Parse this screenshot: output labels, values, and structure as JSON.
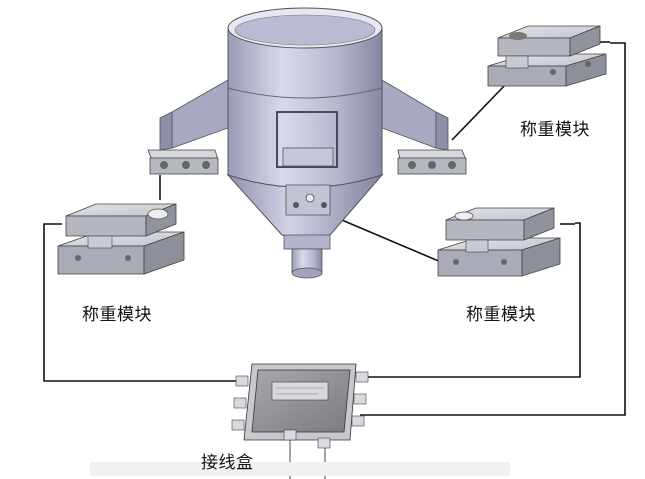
{
  "labels": {
    "module_top_right": "称重模块",
    "module_left": "称重模块",
    "module_right": "称重模块",
    "junction_box": "接线盒"
  },
  "colors": {
    "wire": "#111111",
    "metal_light": "#c9cbd6",
    "metal_mid": "#a9abba",
    "metal_dark": "#7c7e8f",
    "hopper_light": "#cfd0e3",
    "hopper_dark": "#8e90aa",
    "box_face": "#8f9196"
  },
  "icons": {
    "hopper": "cylindrical-hopper-icon",
    "weighing_module": "load-cell-module-icon",
    "junction_box": "junction-box-icon"
  }
}
